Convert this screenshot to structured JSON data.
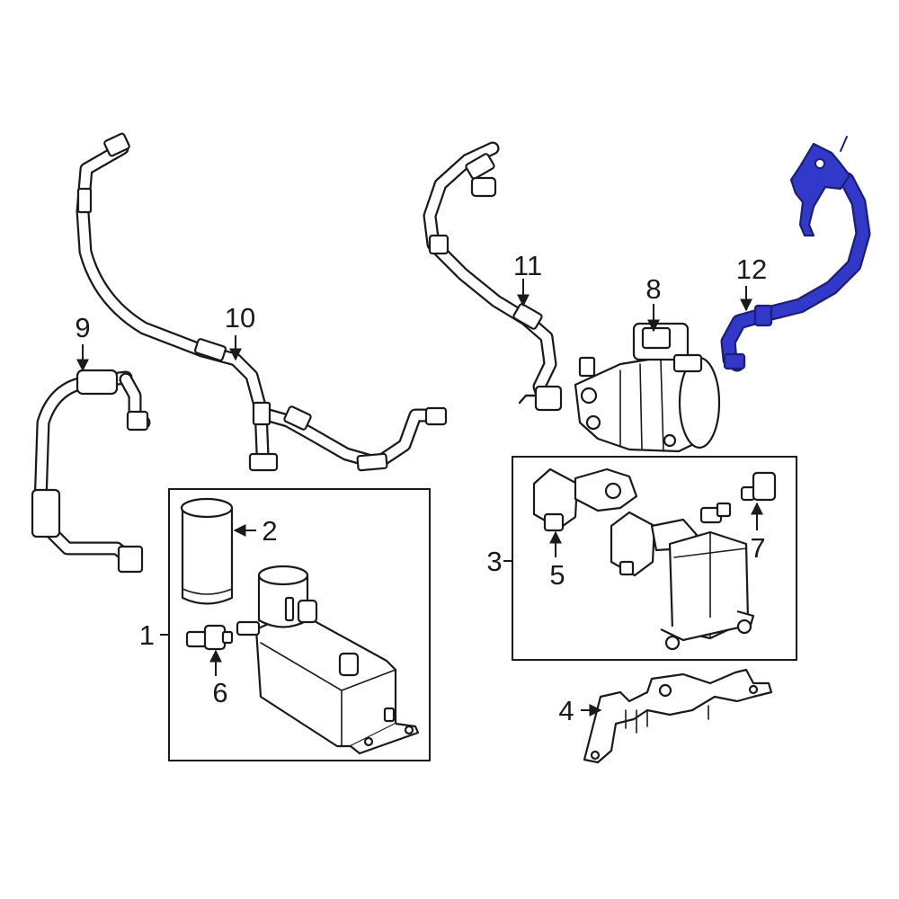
{
  "diagram": {
    "colors": {
      "line": "#1a1a1a",
      "highlight": "#3238c8",
      "highlight_dark": "#1c1f78",
      "background": "#ffffff"
    },
    "highlighted_part": "12",
    "callouts": {
      "c1": "1",
      "c2": "2",
      "c3": "3",
      "c4": "4",
      "c5": "5",
      "c6": "6",
      "c7": "7",
      "c8": "8",
      "c9": "9",
      "c10": "10",
      "c11": "11",
      "c12": "12"
    }
  }
}
